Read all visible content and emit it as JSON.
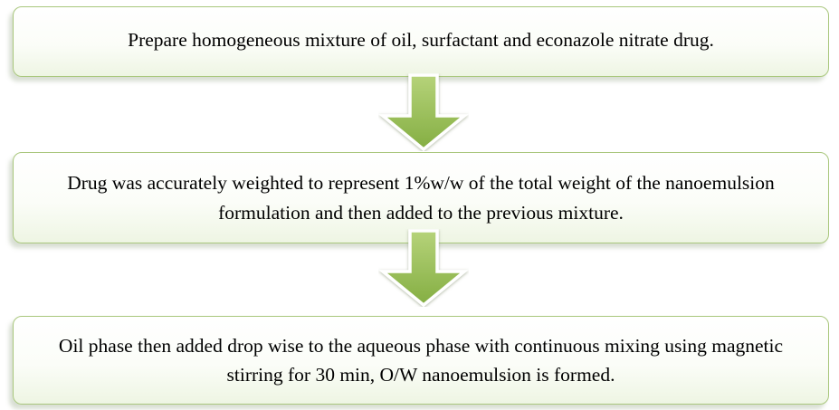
{
  "flowchart": {
    "steps": [
      {
        "text": "Prepare homogeneous mixture of oil, surfactant and econazole nitrate drug."
      },
      {
        "text": "Drug was accurately weighted to represent 1%w/w of the total weight of the nanoemulsion formulation and then added to the previous mixture."
      },
      {
        "text": "Oil phase then added drop wise to the aqueous phase with continuous mixing using magnetic stirring for 30 min, O/W nanoemulsion is formed."
      }
    ],
    "colors": {
      "box_border": "#a9c77d",
      "box_fill_bottom": "#eef5e3",
      "arrow_fill_light": "#b6d37a",
      "arrow_fill_dark": "#84ae42",
      "arrow_outline": "#ffffff",
      "text": "#000000"
    }
  }
}
